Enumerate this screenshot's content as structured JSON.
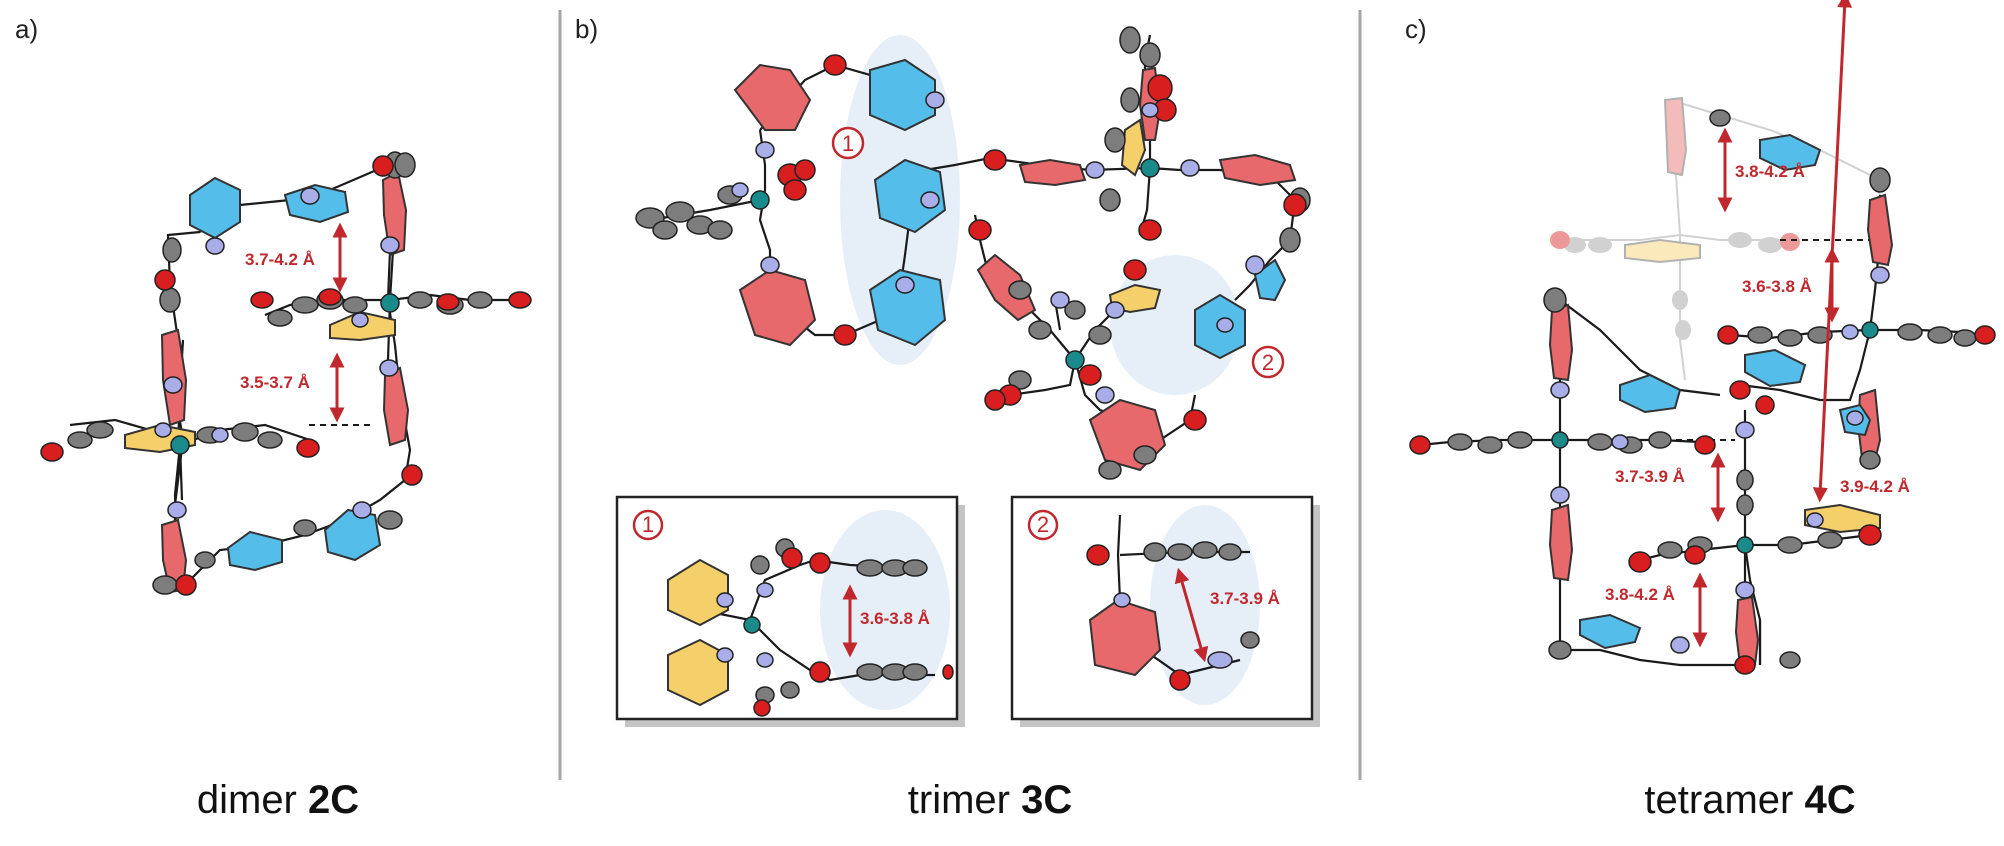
{
  "panels": [
    {
      "letter": "a)",
      "caption_prefix": "dimer ",
      "caption_bold": "2C"
    },
    {
      "letter": "b)",
      "caption_prefix": "trimer ",
      "caption_bold": "3C"
    },
    {
      "letter": "c)",
      "caption_prefix": "tetramer ",
      "caption_bold": "4C"
    }
  ],
  "distances": {
    "a_top": "3.7-4.2 Å",
    "a_bottom": "3.5-3.7 Å",
    "b_inset1": "3.6-3.8 Å",
    "b_inset2": "3.7-3.9 Å",
    "c_top": "3.8-4.2 Å",
    "c_upper_right": "3.6-3.8 Å",
    "c_mid_left": "3.7-3.9 Å",
    "c_mid_right": "3.9-4.2 Å",
    "c_bottom": "3.8-4.2 Å"
  },
  "stacking_markers": [
    "1",
    "2"
  ],
  "colors": {
    "red_ring": "#e8696b",
    "blue_ring": "#55bde9",
    "yellow_ring": "#f5cf6a",
    "oxygen": "#d81e1e",
    "nitrogen": "#a9aee8",
    "carbon": "#7d7d7d",
    "metal": "#1b8a8a",
    "annotation": "#c0282d",
    "stack_highlight": "#e6eff8"
  },
  "icons": [
    "stacking-arrow",
    "numbered-circle-marker",
    "inset-frame"
  ]
}
